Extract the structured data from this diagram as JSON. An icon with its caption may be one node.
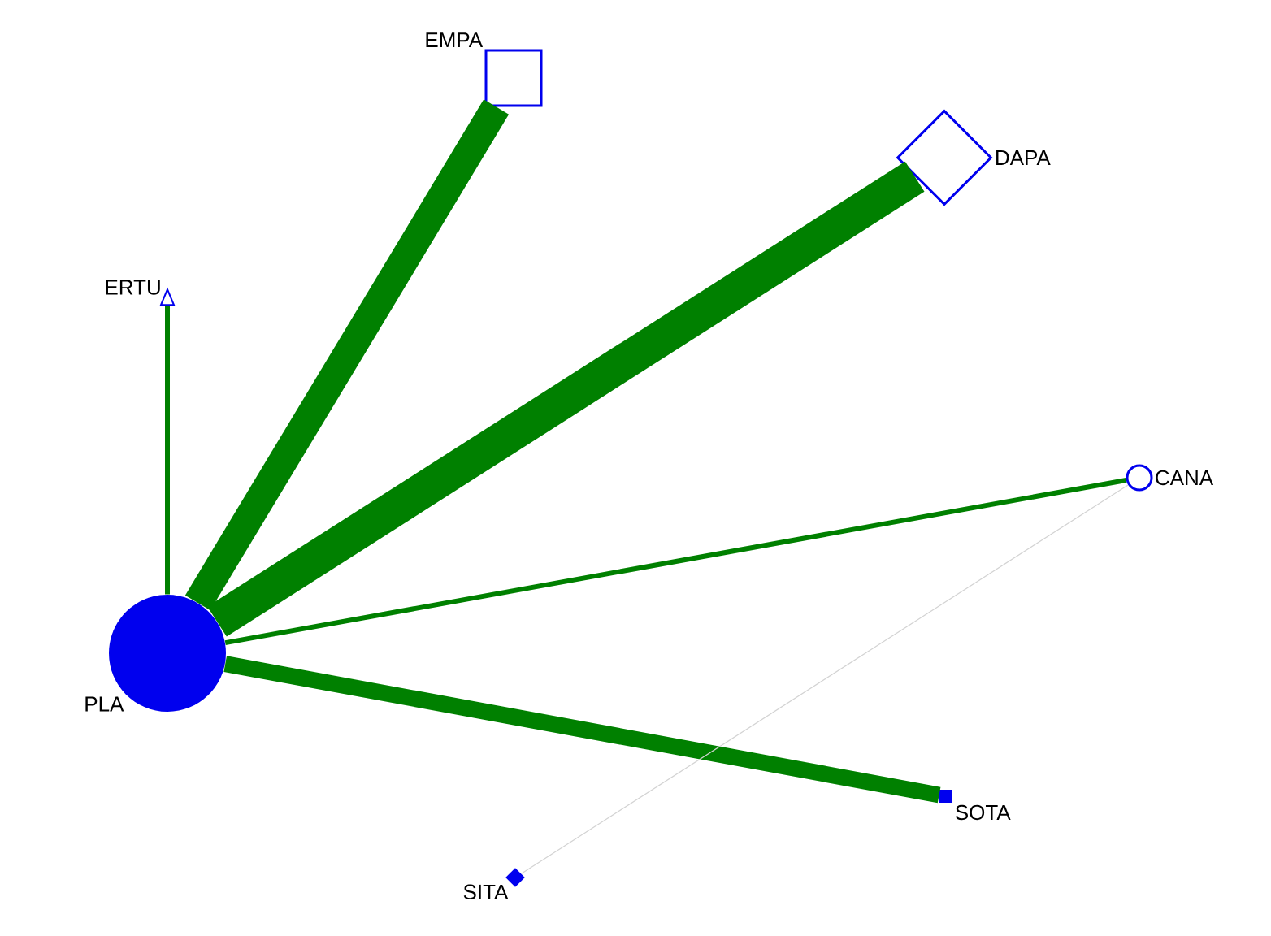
{
  "diagram": {
    "nodes": [
      {
        "text": [
          "PLA"
        ]
      },
      {
        "text": [
          "ERTU"
        ]
      },
      {
        "text": [
          "EMPA"
        ]
      },
      {
        "text": [
          "DAPA"
        ]
      },
      {
        "text": [
          "CANA"
        ]
      },
      {
        "text": [
          "SOTA"
        ]
      },
      {
        "text": [
          "SITA"
        ]
      }
    ],
    "edges": [
      {
        "from": 0,
        "to": 1,
        "arrow": "none"
      },
      {
        "from": 0,
        "to": 2,
        "arrow": "none",
        "style": "thick"
      },
      {
        "from": 0,
        "to": 3,
        "arrow": "none",
        "style": "thick"
      },
      {
        "from": 0,
        "to": 4,
        "arrow": "none"
      },
      {
        "from": 0,
        "to": 5,
        "arrow": "none",
        "style": "thick"
      },
      {
        "from": 6,
        "to": 4,
        "arrow": "none",
        "color": "#d3d3d3"
      }
    ]
  }
}
